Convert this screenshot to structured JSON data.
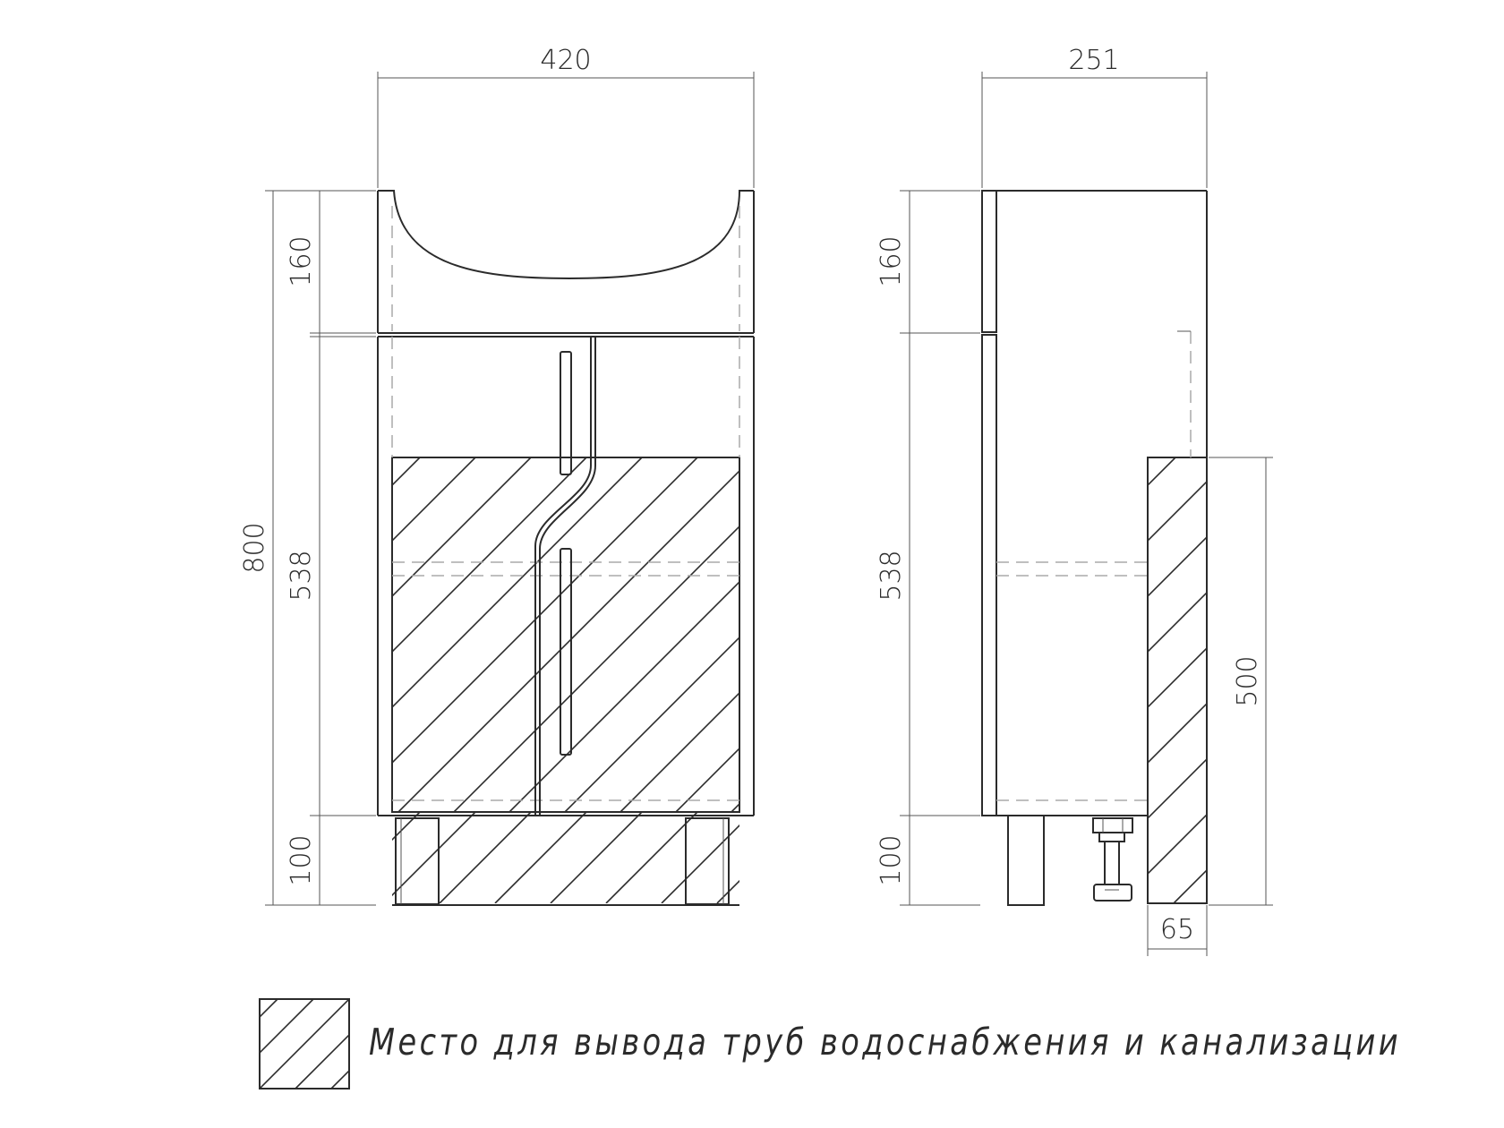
{
  "dimensions": {
    "front_width": "420",
    "side_depth": "251",
    "total_height": "800",
    "basin_height": "160",
    "cabinet_height": "538",
    "plinth_height": "100",
    "side_basin_height": "160",
    "side_cabinet_height": "538",
    "side_plinth_height": "100",
    "zone_height": "500",
    "zone_depth": "65"
  },
  "legend": {
    "text": "Место для вывода труб водоснабжения и канализации"
  }
}
